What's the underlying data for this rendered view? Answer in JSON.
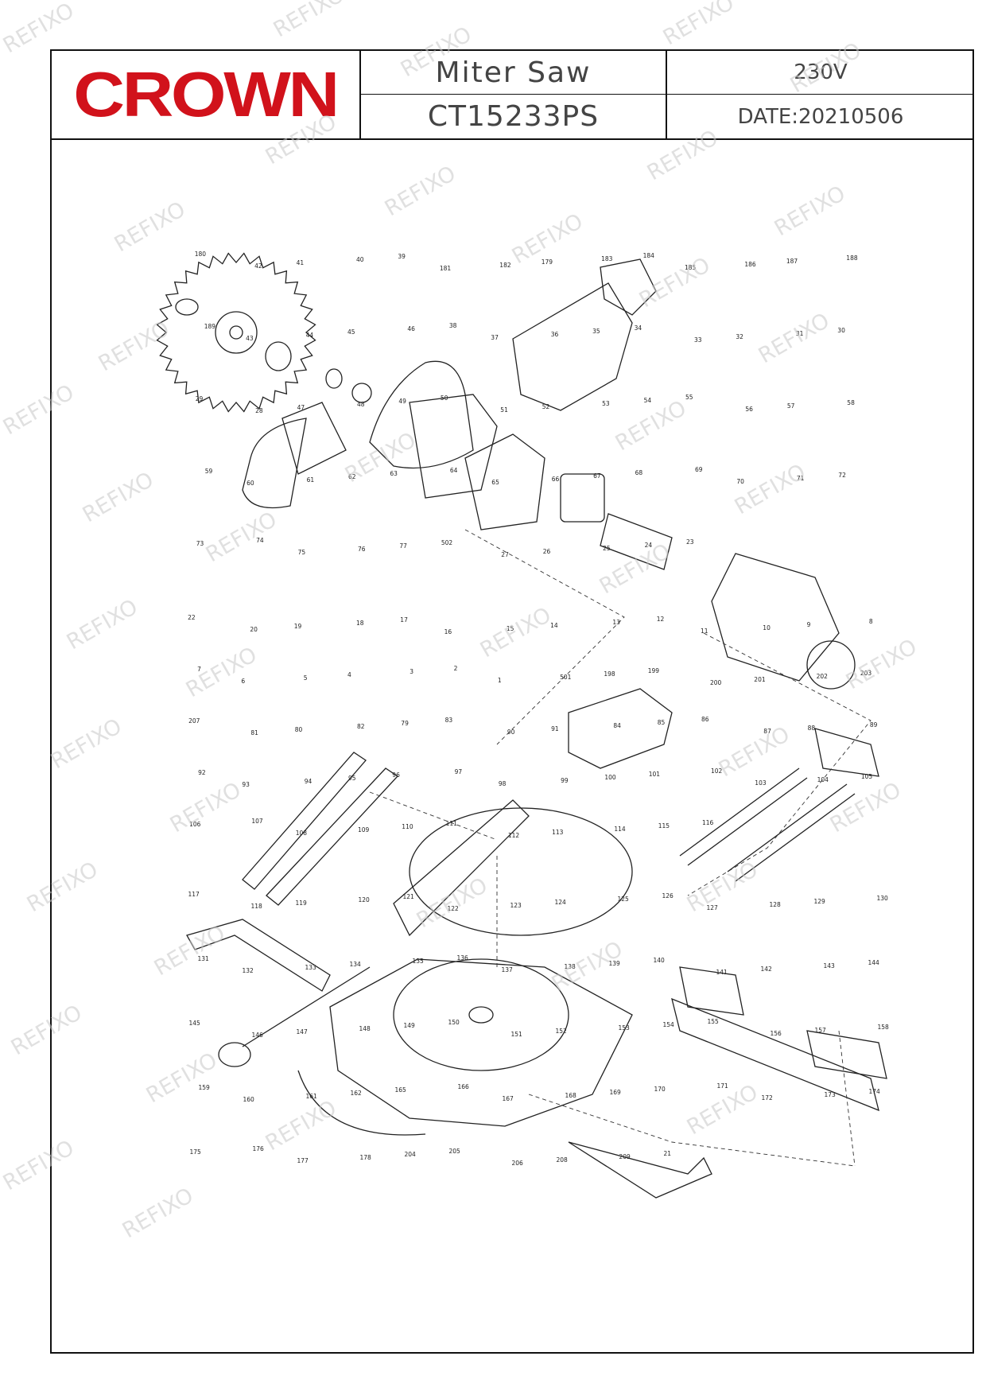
{
  "brand": "CROWN",
  "title": "Miter  Saw",
  "model": "CT15233PS",
  "voltage": "230V",
  "date": "DATE:20210506",
  "watermark": "REFIXO",
  "colors": {
    "brand": "#d1121b",
    "line": "#111111",
    "watermark": "#c8c8c8"
  },
  "parts": [
    {
      "n": "180"
    },
    {
      "n": "42"
    },
    {
      "n": "41"
    },
    {
      "n": "40"
    },
    {
      "n": "39"
    },
    {
      "n": "181"
    },
    {
      "n": "182"
    },
    {
      "n": "179"
    },
    {
      "n": "183"
    },
    {
      "n": "184"
    },
    {
      "n": "185"
    },
    {
      "n": "186"
    },
    {
      "n": "187"
    },
    {
      "n": "188"
    },
    {
      "n": "189"
    },
    {
      "n": "43"
    },
    {
      "n": "44"
    },
    {
      "n": "45"
    },
    {
      "n": "46"
    },
    {
      "n": "38"
    },
    {
      "n": "37"
    },
    {
      "n": "36"
    },
    {
      "n": "35"
    },
    {
      "n": "34"
    },
    {
      "n": "33"
    },
    {
      "n": "32"
    },
    {
      "n": "31"
    },
    {
      "n": "30"
    },
    {
      "n": "29"
    },
    {
      "n": "28"
    },
    {
      "n": "47"
    },
    {
      "n": "48"
    },
    {
      "n": "49"
    },
    {
      "n": "50"
    },
    {
      "n": "51"
    },
    {
      "n": "52"
    },
    {
      "n": "53"
    },
    {
      "n": "54"
    },
    {
      "n": "55"
    },
    {
      "n": "56"
    },
    {
      "n": "57"
    },
    {
      "n": "58"
    },
    {
      "n": "59"
    },
    {
      "n": "60"
    },
    {
      "n": "61"
    },
    {
      "n": "62"
    },
    {
      "n": "63"
    },
    {
      "n": "64"
    },
    {
      "n": "65"
    },
    {
      "n": "66"
    },
    {
      "n": "67"
    },
    {
      "n": "68"
    },
    {
      "n": "69"
    },
    {
      "n": "70"
    },
    {
      "n": "71"
    },
    {
      "n": "72"
    },
    {
      "n": "73"
    },
    {
      "n": "74"
    },
    {
      "n": "75"
    },
    {
      "n": "76"
    },
    {
      "n": "77"
    },
    {
      "n": "502"
    },
    {
      "n": "27"
    },
    {
      "n": "26"
    },
    {
      "n": "25"
    },
    {
      "n": "24"
    },
    {
      "n": "23"
    },
    {
      "n": "22"
    },
    {
      "n": "20"
    },
    {
      "n": "19"
    },
    {
      "n": "18"
    },
    {
      "n": "17"
    },
    {
      "n": "16"
    },
    {
      "n": "15"
    },
    {
      "n": "14"
    },
    {
      "n": "13"
    },
    {
      "n": "12"
    },
    {
      "n": "11"
    },
    {
      "n": "10"
    },
    {
      "n": "9"
    },
    {
      "n": "8"
    },
    {
      "n": "7"
    },
    {
      "n": "6"
    },
    {
      "n": "5"
    },
    {
      "n": "4"
    },
    {
      "n": "3"
    },
    {
      "n": "2"
    },
    {
      "n": "1"
    },
    {
      "n": "501"
    },
    {
      "n": "198"
    },
    {
      "n": "199"
    },
    {
      "n": "200"
    },
    {
      "n": "201"
    },
    {
      "n": "202"
    },
    {
      "n": "203"
    },
    {
      "n": "207"
    },
    {
      "n": "81"
    },
    {
      "n": "80"
    },
    {
      "n": "82"
    },
    {
      "n": "79"
    },
    {
      "n": "83"
    },
    {
      "n": "90"
    },
    {
      "n": "91"
    },
    {
      "n": "84"
    },
    {
      "n": "85"
    },
    {
      "n": "86"
    },
    {
      "n": "87"
    },
    {
      "n": "88"
    },
    {
      "n": "89"
    },
    {
      "n": "92"
    },
    {
      "n": "93"
    },
    {
      "n": "94"
    },
    {
      "n": "95"
    },
    {
      "n": "96"
    },
    {
      "n": "97"
    },
    {
      "n": "98"
    },
    {
      "n": "99"
    },
    {
      "n": "100"
    },
    {
      "n": "101"
    },
    {
      "n": "102"
    },
    {
      "n": "103"
    },
    {
      "n": "104"
    },
    {
      "n": "105"
    },
    {
      "n": "106"
    },
    {
      "n": "107"
    },
    {
      "n": "108"
    },
    {
      "n": "109"
    },
    {
      "n": "110"
    },
    {
      "n": "111"
    },
    {
      "n": "112"
    },
    {
      "n": "113"
    },
    {
      "n": "114"
    },
    {
      "n": "115"
    },
    {
      "n": "116"
    },
    {
      "n": "117"
    },
    {
      "n": "118"
    },
    {
      "n": "119"
    },
    {
      "n": "120"
    },
    {
      "n": "121"
    },
    {
      "n": "122"
    },
    {
      "n": "123"
    },
    {
      "n": "124"
    },
    {
      "n": "125"
    },
    {
      "n": "126"
    },
    {
      "n": "127"
    },
    {
      "n": "128"
    },
    {
      "n": "129"
    },
    {
      "n": "130"
    },
    {
      "n": "131"
    },
    {
      "n": "132"
    },
    {
      "n": "133"
    },
    {
      "n": "134"
    },
    {
      "n": "135"
    },
    {
      "n": "136"
    },
    {
      "n": "137"
    },
    {
      "n": "138"
    },
    {
      "n": "139"
    },
    {
      "n": "140"
    },
    {
      "n": "141"
    },
    {
      "n": "142"
    },
    {
      "n": "143"
    },
    {
      "n": "144"
    },
    {
      "n": "145"
    },
    {
      "n": "146"
    },
    {
      "n": "147"
    },
    {
      "n": "148"
    },
    {
      "n": "149"
    },
    {
      "n": "150"
    },
    {
      "n": "151"
    },
    {
      "n": "152"
    },
    {
      "n": "153"
    },
    {
      "n": "154"
    },
    {
      "n": "155"
    },
    {
      "n": "156"
    },
    {
      "n": "157"
    },
    {
      "n": "158"
    },
    {
      "n": "159"
    },
    {
      "n": "160"
    },
    {
      "n": "161"
    },
    {
      "n": "162"
    },
    {
      "n": "165"
    },
    {
      "n": "166"
    },
    {
      "n": "167"
    },
    {
      "n": "168"
    },
    {
      "n": "169"
    },
    {
      "n": "170"
    },
    {
      "n": "171"
    },
    {
      "n": "172"
    },
    {
      "n": "173"
    },
    {
      "n": "174"
    },
    {
      "n": "175"
    },
    {
      "n": "176"
    },
    {
      "n": "177"
    },
    {
      "n": "178"
    },
    {
      "n": "204"
    },
    {
      "n": "205"
    },
    {
      "n": "206"
    },
    {
      "n": "208"
    },
    {
      "n": "209"
    },
    {
      "n": "21"
    }
  ]
}
